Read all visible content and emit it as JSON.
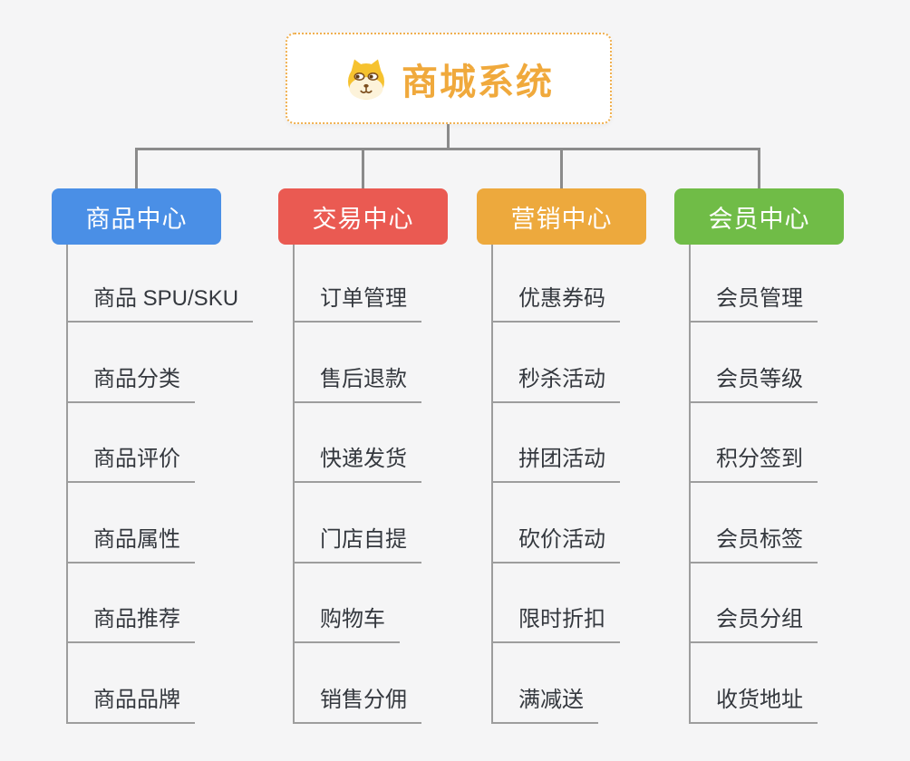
{
  "background_color": "#f5f5f6",
  "connector_color": "#8b8b8b",
  "root": {
    "title": "商城系统",
    "icon": "dog-face-icon",
    "accent_color": "#f0a93c",
    "border_color": "#f0b050"
  },
  "branches": [
    {
      "label": "商品中心",
      "color": "#4a8fe6",
      "items": [
        "商品 SPU/SKU",
        "商品分类",
        "商品评价",
        "商品属性",
        "商品推荐",
        "商品品牌"
      ]
    },
    {
      "label": "交易中心",
      "color": "#ea5a52",
      "items": [
        "订单管理",
        "售后退款",
        "快递发货",
        "门店自提",
        "购物车",
        "销售分佣"
      ]
    },
    {
      "label": "营销中心",
      "color": "#eda93d",
      "items": [
        "优惠券码",
        "秒杀活动",
        "拼团活动",
        "砍价活动",
        "限时折扣",
        "满减送"
      ]
    },
    {
      "label": "会员中心",
      "color": "#70bc47",
      "items": [
        "会员管理",
        "会员等级",
        "积分签到",
        "会员标签",
        "会员分组",
        "收货地址"
      ]
    }
  ]
}
